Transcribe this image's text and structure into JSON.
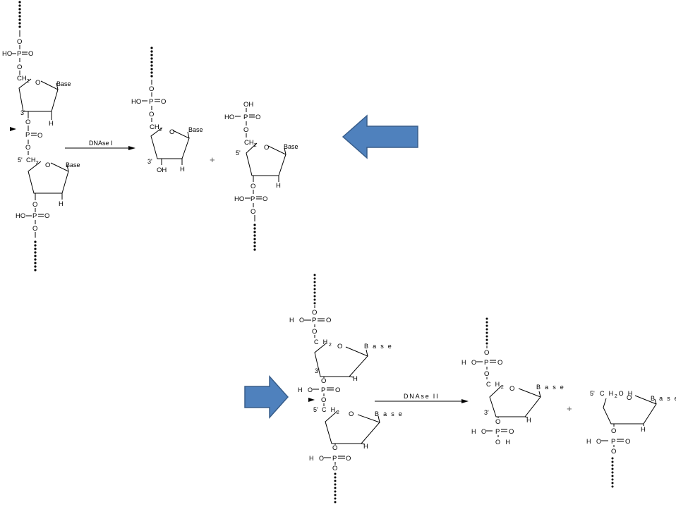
{
  "colors": {
    "arrow_fill": "#4f81bd",
    "arrow_stroke": "#385d8a"
  },
  "labels": {
    "oxygen": "O",
    "phosphorus": "P",
    "hydrogen": "H",
    "hydroxyl": "HO",
    "hydroxyl_right": "OH",
    "oxo": "O",
    "base": "Base",
    "ch2": "CH",
    "ch2_sub": "2",
    "ch2oh_a": "CH",
    "ch2oh_sub": "2",
    "ch2oh_b": "OH",
    "prime3": "3'",
    "prime5": "5'",
    "plus": "+"
  },
  "reactions": {
    "dnase1": {
      "enzyme": "DNAse I"
    },
    "dnase2": {
      "enzyme": "DNAse II"
    }
  },
  "spaced": {
    "ho": "H O",
    "oh": "O H",
    "base": "B a s e",
    "ch2": "C H",
    "ch2oh_a": "C H",
    "ch2oh_b": "O H"
  }
}
